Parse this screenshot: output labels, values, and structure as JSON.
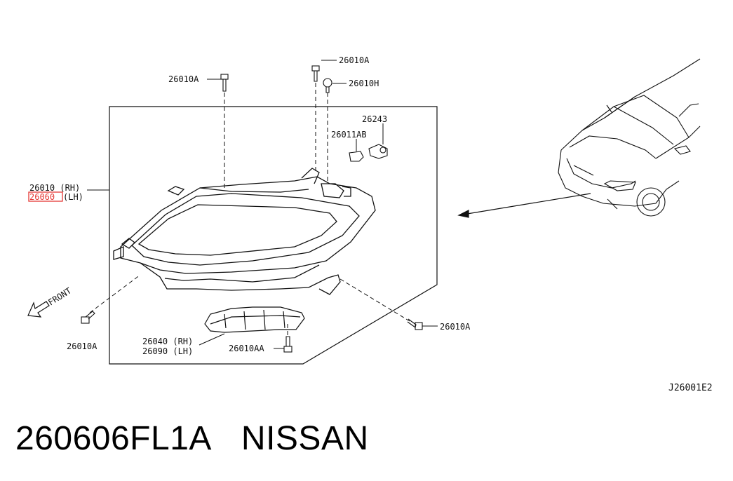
{
  "diagram": {
    "callouts": {
      "housing_rh": "26010 (RH)",
      "housing_lh_num": "26060",
      "housing_lh_suffix": "(LH)",
      "bolt_top_left": "26010A",
      "bolt_top": "26010A",
      "clip_top": "26010H",
      "bulb": "26243",
      "cap": "26011AB",
      "bolt_front": "26010A",
      "bolt_right": "26010A",
      "bracket_rh": "26040 (RH)",
      "bracket_lh": "26090 (LH)",
      "bolt_bracket": "26010AA",
      "front_arrow": "FRONT",
      "diagram_code": "J26001E2"
    },
    "highlight_color": "#e53935"
  },
  "footer": {
    "part_number": "260606FL1A",
    "brand": "NISSAN"
  }
}
